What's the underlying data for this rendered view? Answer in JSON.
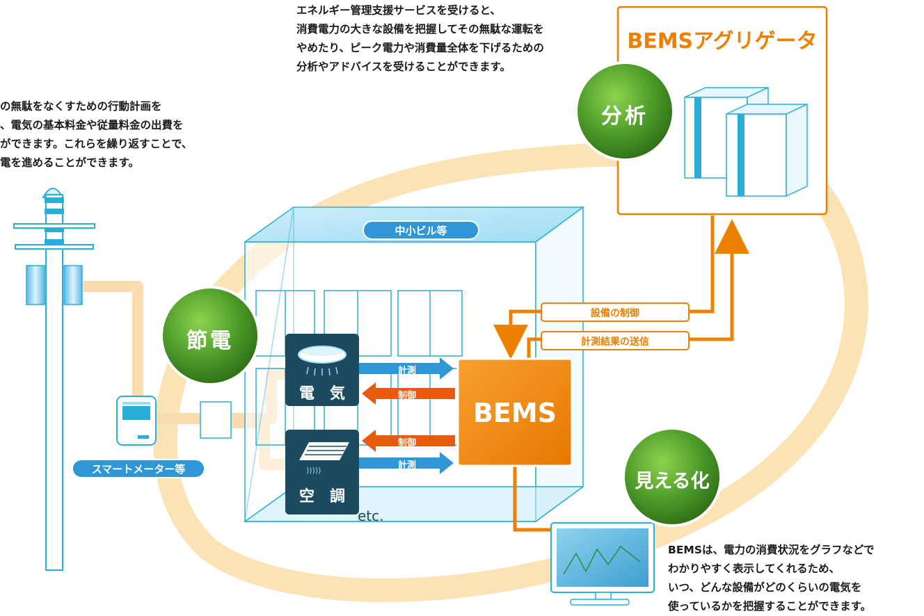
{
  "texts": {
    "intro_top": [
      "エネルギー管理支援サービスを受けると、",
      "消費電力の大きな設備を把握してその無駄な運転を",
      "やめたり、ピーク電力や消費量全体を下げるための",
      "分析やアドバイスを受けることができます。"
    ],
    "intro_left": [
      "の無駄をなくすための行動計画を",
      "、電気の基本料金や従量料金の出費を",
      "ができます。これらを繰り返すことで、",
      "電を進めることができます。"
    ],
    "intro_bottom": [
      "BEMSは、電力の消費状況をグラフなどで",
      "わかりやすく表示してくれるため、",
      "いつ、どんな設備がどのくらいの電気を",
      "使っているかを把握することができます。"
    ]
  },
  "labels": {
    "aggregator": "BEMSアグリゲータ",
    "building": "中小ビル等",
    "smart_meter": "スマートメーター等",
    "bems": "BEMS",
    "electricity": "電　気",
    "aircon": "空　調",
    "etc": "etc.",
    "equipment_control": "設備の制御",
    "send_results": "計測結果の送信",
    "measure": "計測",
    "control": "制御"
  },
  "circles": {
    "analysis": "分析",
    "save_power": "節電",
    "visualize": "見える化"
  },
  "colors": {
    "orange": "#ee8000",
    "orange_dark": "#d96a00",
    "green": "#4d9c2a",
    "navy": "#1c4a60",
    "cyan": "#29aed8",
    "ring": "#fbe3b5",
    "arrow_blue": "#2f97d6",
    "arrow_red": "#e85a0e"
  }
}
